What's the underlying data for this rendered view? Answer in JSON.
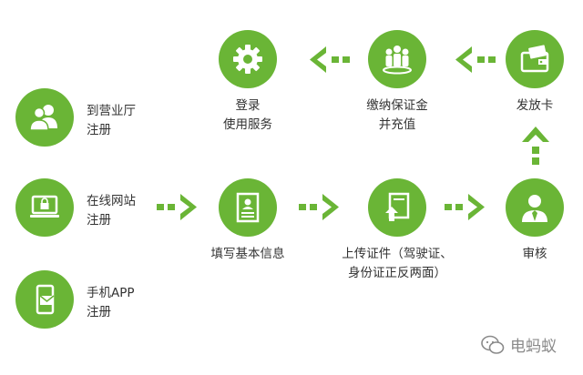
{
  "colors": {
    "accent": "#6ab536",
    "text": "#333333",
    "watermark": "#8a8a8a"
  },
  "registration": [
    {
      "icon": "users-icon",
      "line1": "到营业厅",
      "line2": "注册"
    },
    {
      "icon": "laptop-lock-icon",
      "line1": "在线网站",
      "line2": "注册"
    },
    {
      "icon": "mobile-mail-icon",
      "line1": "手机APP",
      "line2": "注册"
    }
  ],
  "steps": {
    "fill_info": {
      "icon": "document-profile-icon",
      "line1": "填写基本信息",
      "line2": ""
    },
    "upload": {
      "icon": "upload-document-icon",
      "line1": "上传证件（驾驶证、",
      "line2": "身份证正反两面）"
    },
    "review": {
      "icon": "agent-icon",
      "line1": "审核",
      "line2": ""
    },
    "issue_card": {
      "icon": "wallet-card-icon",
      "line1": "发放卡",
      "line2": ""
    },
    "deposit": {
      "icon": "group-icon",
      "line1": "缴纳保证金",
      "line2": "并充值"
    },
    "login": {
      "icon": "gear-icon",
      "line1": "登录",
      "line2": "使用服务"
    }
  },
  "watermark": {
    "text": "电蚂蚁"
  }
}
